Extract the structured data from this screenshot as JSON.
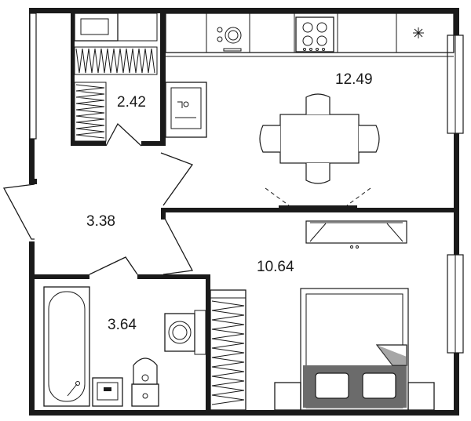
{
  "rooms": [
    {
      "id": "kitchen",
      "area": "12.49"
    },
    {
      "id": "storage",
      "area": "2.42"
    },
    {
      "id": "hallway",
      "area": "3.38"
    },
    {
      "id": "bathroom",
      "area": "3.64"
    },
    {
      "id": "bedroom",
      "area": "10.64"
    }
  ]
}
